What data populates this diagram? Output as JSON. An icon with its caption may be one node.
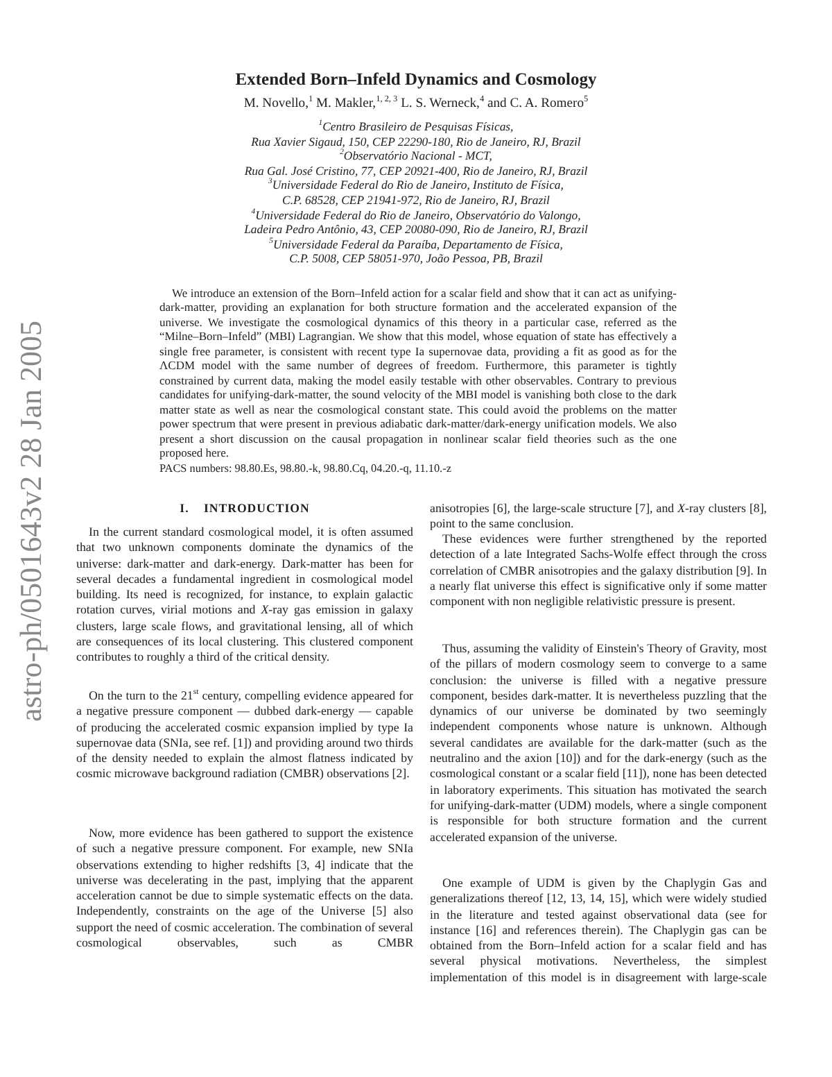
{
  "diagram": {
    "title": "Extended Born–Infeld Dynamics and Cosmology",
    "labels": [
      "M. Novello,$^{1}$ M. Makler,$^{1, 2, 3}$ L. S. Werneck,$^{4}$ and C. A. Romero$^{5}$",
      "$^{1}$Centro Brasileiro de Pesquisas Físicas,",
      "Rua Xavier Sigaud, 150, CEP 22290-180, Rio de Janeiro, RJ, Brazil",
      "$^{2}$Observatório Nacional - MCT,",
      "Rua Gal. José Cristino, 77, CEP 20921-400, Rio de Janeiro, RJ, Brazil",
      "$^{3}$Universidade Federal do Rio de Janeiro, Instituto de Física,",
      "C.P. 68528, CEP 21941-972, Rio de Janeiro, RJ, Brazil",
      "$^{4}$Universidade Federal do Rio de Janeiro, Observatório do Valongo,",
      "Ladeira Pedro Antônio, 43, CEP 20080-090, Rio de Janeiro, RJ, Brazil",
      "$^{5}$Universidade Federal da Paraíba, Departamento de Física,",
      "C.P. 5008, CEP 58051-970, João Pessoa, PB, Brazil",
      "We introduce an extension of the Born–Infeld action for a scalar field and show that it can act as unifying-dark-matter, providing an explanation for both structure formation and the accelerated expansion of the universe. We investigate the cosmological dynamics of this theory in a particular case, referred as the “Milne–Born–Infeld” (MBI) Lagrangian. We show that this model, whose equation of state has effectively a single free parameter, is consistent with recent type Ia supernovae data, providing a fit as good as for the ΛCDM model with the same number of degrees of freedom. Furthermore, this parameter is tightly constrained by current data, making the model easily testable with other observables. Contrary to previous candidates for unifying-dark-matter, the sound velocity of the MBI model is vanishing both close to the dark matter state as well as near the cosmological constant state. This could avoid the problems on the matter power spectrum that were present in previous adiabatic dark-matter/dark-energy unification models. We also present a short discussion on the causal propagation in nonlinear scalar field theories such as the one proposed here.",
      "PACS numbers: 98.80.Es, 98.80.-k, 98.80.Cq, 04.20.-q, 11.10.-z",
      "I. INTRODUCTION",
      "In the current standard cosmological model, it is often assumed that two unknown components dominate the dynamics of the universe: dark-matter and dark-energy. Dark-matter has been for several decades a fundamental ingredient in cosmological model building. Its need is recognized, for instance, to explain galactic rotation curves, virial motions and *X*-ray gas emission in galaxy clusters, large scale flows, and gravitational lensing, all of which are consequences of its local clustering. This clustered component contributes to roughly a third of the critical density.",
      "On the turn to the 21$^{st}$ century, compelling evidence appeared for a negative pressure component — dubbed dark-energy — capable of producing the accelerated cosmic expansion implied by type Ia supernovae data (SNIa, see ref. [1]) and providing around two thirds of the density needed to explain the almost flatness indicated by cosmic microwave background radiation (CMBR) observations [2].",
      "Now, more evidence has been gathered to support the existence of such a negative pressure component. For example, new SNIa observations extending to higher redshifts [3, 4] indicate that the universe was decelerating in the past, implying that the apparent acceleration cannot be due to simple systematic effects on the data. Independently, constraints on the age of the Universe [5] also support the need of cosmic acceleration. The combination of several cosmological observables, such as CMBR",
      "anisotropies [6], the large-scale structure [7], and *X*-ray clusters [8], point to the same conclusion.",
      "These evidences were further strengthened by the reported detection of a late Integrated Sachs-Wolfe effect through the cross correlation of CMBR anisotropies and the galaxy distribution [9]. In a nearly flat universe this effect is significative only if some matter component with non negligible relativistic pressure is present.",
      "Thus, assuming the validity of Einstein's Theory of Gravity, most of the pillars of modern cosmology seem to converge to a same conclusion: the universe is filled with a negative pressure component, besides dark-matter. It is nevertheless puzzling that the dynamics of our universe be dominated by two seemingly independent components whose nature is unknown. Although several candidates are available for the dark-matter (such as the neutralino and the axion [10]) and for the dark-energy (such as the cosmological constant or a scalar field [11]), none has been detected in laboratory experiments. This situation has motivated the search for unifying-dark-matter (UDM) models, where a single component is responsible for both structure formation and the current accelerated expansion of the universe.",
      "One example of UDM is given by the Chaplygin Gas and generalizations thereof [12, 13, 14, 15], which were widely studied in the literature and tested against observational data (see for instance [16] and references therein). The Chaplygin gas can be obtained from the Born–Infeld action for a scalar field and has several physical motivations. Nevertheless, the simplest implementation of this model is in disagreement with large-scale",
      "astro-ph/0501643v2 28 Jan 2005"
    ]
  }
}
